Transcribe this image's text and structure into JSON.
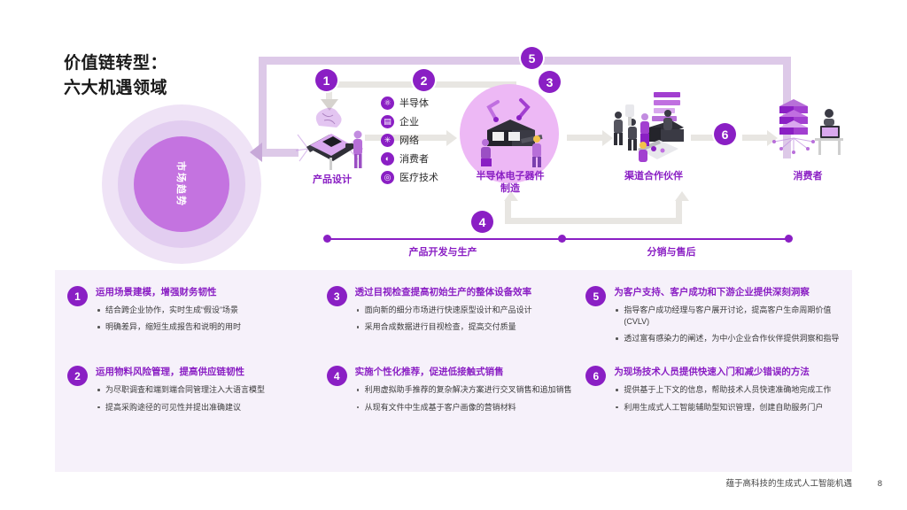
{
  "title": "价值链转型：\n六大机遇领域",
  "market_circle": {
    "label": "市场趋势"
  },
  "icon_list": [
    {
      "icon": "semiconductor-icon",
      "glyph": "⚛",
      "label": "半导体"
    },
    {
      "icon": "enterprise-icon",
      "glyph": "▤",
      "label": "企业"
    },
    {
      "icon": "network-icon",
      "glyph": "✳",
      "label": "网络"
    },
    {
      "icon": "consumer-icon",
      "glyph": "◐",
      "label": "消费者"
    },
    {
      "icon": "medical-icon",
      "glyph": "◎",
      "label": "医疗技术"
    }
  ],
  "stages": [
    {
      "name": "product-design",
      "label": "产品设计"
    },
    {
      "name": "semiconductor-manufacturing",
      "label": "半导体电子器件\n制造"
    },
    {
      "name": "channel-partners",
      "label": "渠道合作伙伴"
    },
    {
      "name": "consumers",
      "label": "消费者"
    }
  ],
  "flow_badges": [
    "1",
    "2",
    "3",
    "4",
    "5",
    "6"
  ],
  "timeline": [
    {
      "label": "产品开发与生产"
    },
    {
      "label": "分销与售后"
    }
  ],
  "opportunities": [
    {
      "number": "1",
      "title": "运用场景建模，增强财务韧性",
      "bullets": [
        "结合跨企业协作，实时生成“假设”场景",
        "明确差异，缩短生成报告和说明的用时"
      ]
    },
    {
      "number": "2",
      "title": "运用物料风险管理，提高供应链韧性",
      "bullets": [
        "为尽职调查和端到端合同管理注入大语言模型",
        "提高采购途径的可见性并提出准确建议"
      ]
    },
    {
      "number": "3",
      "title": "透过目视检查提高初始生产的整体设备效率",
      "bullets": [
        "面向新的细分市场进行快速原型设计和产品设计",
        "采用合成数据进行目视检查，提高交付质量"
      ]
    },
    {
      "number": "4",
      "title": "实施个性化推荐，促进低接触式销售",
      "bullets": [
        "利用虚拟助手推荐的复杂解决方案进行交叉销售和追加销售",
        "从现有文件中生成基于客户画像的营销材料"
      ]
    },
    {
      "number": "5",
      "title": "为客户支持、客户成功和下游企业提供深刻洞察",
      "bullets": [
        "指导客户成功经理与客户展开讨论，提高客户生命周期价值 (CVLV)",
        "透过富有感染力的阐述，为中小企业合作伙伴提供洞察和指导"
      ]
    },
    {
      "number": "6",
      "title": "为现场技术人员提供快速入门和减少错误的方法",
      "bullets": [
        "提供基于上下文的信息，帮助技术人员快速准确地完成工作",
        "利用生成式人工智能辅助型知识管理，创建自助服务门户"
      ]
    }
  ],
  "footer": {
    "text": "蕴于高科技的生成式人工智能机遇",
    "page": "8"
  },
  "colors": {
    "accent": "#8a1fc4",
    "ring_outer": "#efe3f6",
    "ring_mid": "#e2cdf0",
    "ring_inner": "#c473e0",
    "panel_bg": "#f6f1fa",
    "connector": "#e8e6e2",
    "band": "#ddc9e8"
  }
}
